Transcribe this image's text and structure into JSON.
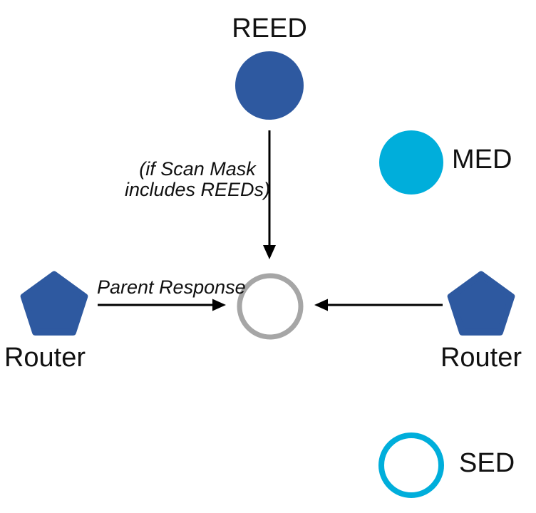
{
  "diagram": {
    "nodes": {
      "reed": {
        "label": "REED"
      },
      "med": {
        "label": "MED"
      },
      "sed": {
        "label": "SED"
      },
      "router_left": {
        "label": "Router"
      },
      "router_right": {
        "label": "Router"
      }
    },
    "annotations": {
      "scan_mask_line1": "(if Scan Mask",
      "scan_mask_line2": "includes REEDs)",
      "parent_response": "Parent Response"
    },
    "colors": {
      "node_blue": "#2E59A0",
      "node_cyan": "#00AEDB",
      "outline_gray": "#A6A6A6",
      "arrow": "#000000",
      "white": "#ffffff"
    }
  }
}
